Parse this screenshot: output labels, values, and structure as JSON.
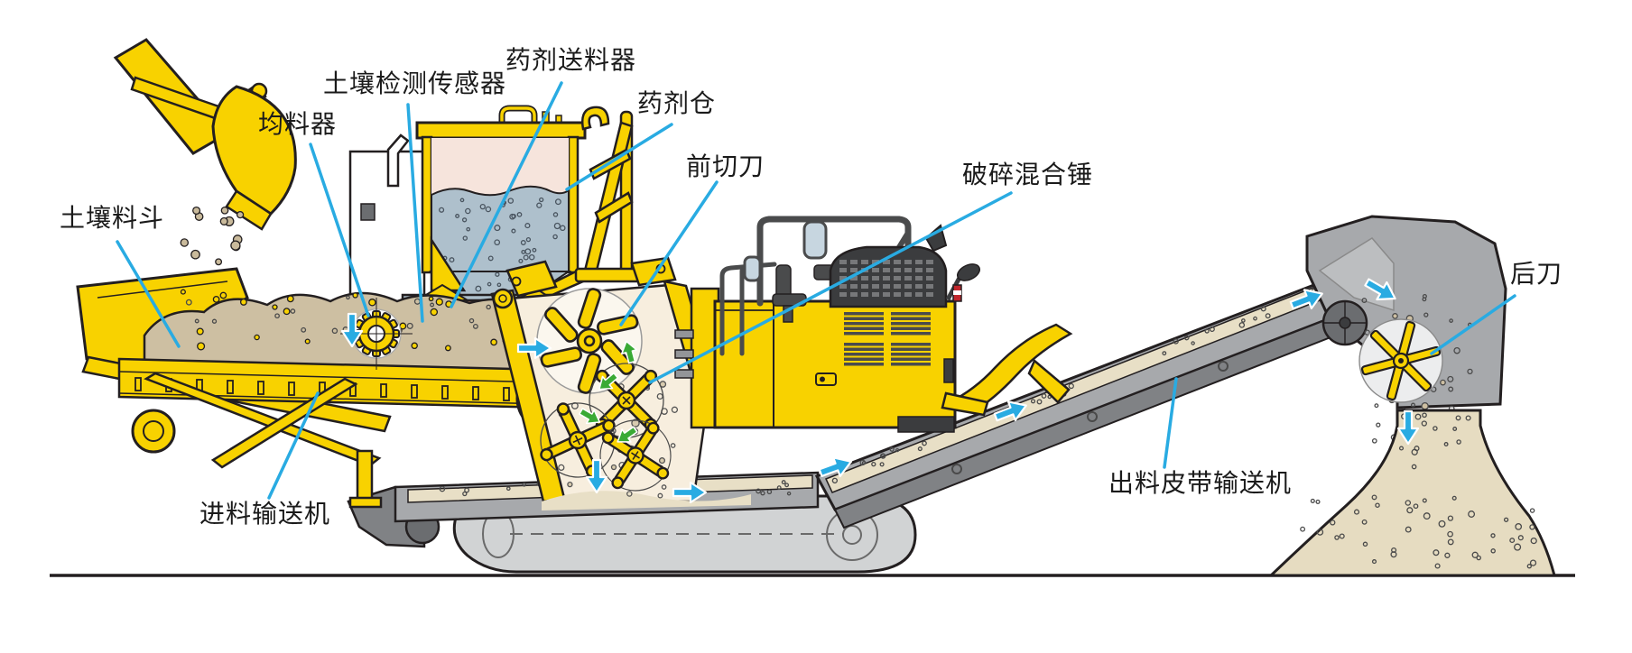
{
  "diagram": {
    "labels": {
      "soil_hopper": "土壤料斗",
      "leveler": "均料器",
      "soil_sensor": "土壤检测传感器",
      "agent_feeder": "药剂送料器",
      "agent_tank": "药剂仓",
      "front_cutter": "前切刀",
      "crush_mix_hammer": "破碎混合锤",
      "rear_cutter": "后刀",
      "infeed_conveyor": "进料输送机",
      "discharge_conveyor": "出料皮带输送机"
    },
    "colors": {
      "machine_yellow": "#F8D200",
      "drum_orange": "#F7A600",
      "leader_blue": "#29ABE2",
      "flow_arrow_blue": "#29ABE2",
      "mix_arrow_green": "#3AAA35",
      "soil_tan": "#CDBFA2",
      "belt_soil_cream": "#E8DFC6",
      "pile_tan": "#E6DCC1",
      "agent_gray_blue": "#AEC0CC",
      "bin_headspace_pink": "#F6E4DC",
      "feeder_salmon": "#F19B7D",
      "chamber_cream": "#F7EEDE",
      "conveyor_gray": "#A7A9AC",
      "conveyor_dark_gray": "#808285",
      "machine_dark": "#3B3C3E",
      "outline_black": "#231F20"
    }
  }
}
